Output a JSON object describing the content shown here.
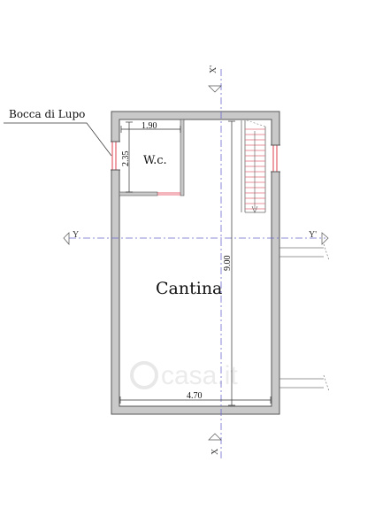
{
  "labels": {
    "bocca_di_lupo": "Bocca di Lupo",
    "wc": "W.c.",
    "cantina": "Cantina"
  },
  "dimensions": {
    "wc_width": "1.90",
    "wc_depth": "2.35",
    "length": "9.00",
    "width": "4.70"
  },
  "axes": {
    "x_top": "X'",
    "x_bottom": "X",
    "y_left": "Y",
    "y_right": "Y'"
  },
  "watermark": "casa.it",
  "colors": {
    "wall": "#c9c9c9",
    "wall_stroke": "#555555",
    "axis_line": "#6a6ad0",
    "window": "#e23c4e",
    "stair": "#e06c7a"
  }
}
